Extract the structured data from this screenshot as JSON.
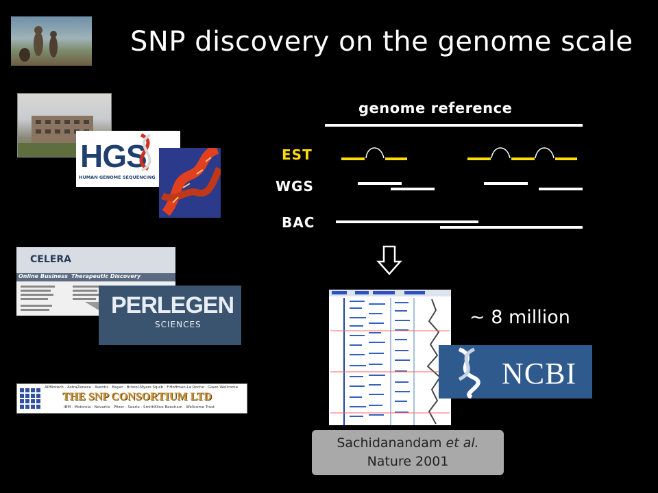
{
  "slide": {
    "title": "SNP discovery on the genome scale"
  },
  "diagram": {
    "reference_label": "genome reference",
    "est_label": "EST",
    "wgs_label": "WGS",
    "bac_label": "BAC",
    "result_count": "~ 8 million"
  },
  "logos": {
    "hgsc": "HGS",
    "hgsc_sub": "HUMAN GENOME SEQUENCING",
    "celera": "CELERA",
    "celera_online": "Online Business",
    "celera_therapeutic": "Therapeutic Discovery",
    "perlegen": "PERLEGEN",
    "perlegen_sub": "SCIENCES",
    "snp_consortium": "THE SNP CONSORTIUM LTD",
    "snp_consortium_top": "APBiotech · AstraZeneca · Aventis · Bayer · Bristol-Myers Squib · F.Hoffman-La Roche · Glaxo Wellcome",
    "snp_consortium_bottom": "IBM · Motorola · Novartis · Pfizer · Searle · SmithKline Beecham · Wellcome Trust",
    "ncbi": "NCBI"
  },
  "citation": {
    "authors": "Sachidanandam",
    "etal": "et al.",
    "journal": "Nature 2001"
  },
  "colors": {
    "background": "#000000",
    "est": "#ffdd00",
    "ncbi_bg": "#2f5a8e",
    "perlegen_bg": "#3a5470",
    "citation_bg": "#a9a9a9"
  }
}
